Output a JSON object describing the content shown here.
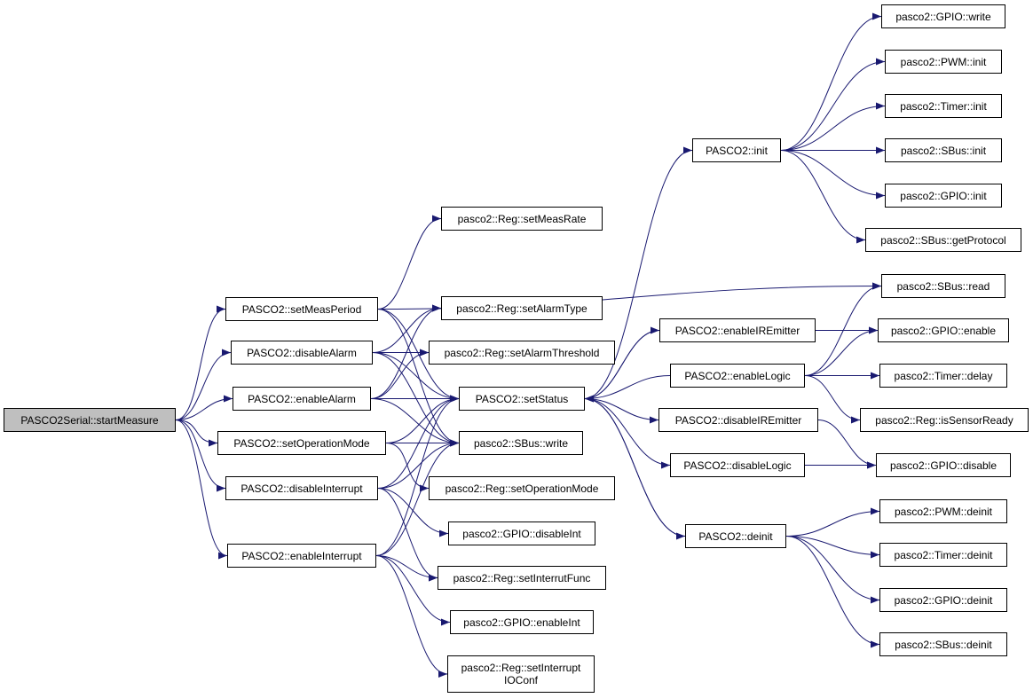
{
  "graph": {
    "colors": {
      "edge": "#191970",
      "border": "#000000",
      "root_fill": "#bfbfbf",
      "node_fill": "#ffffff"
    },
    "nodes": {
      "startMeasure": "PASCO2Serial::startMeasure",
      "setMeasPeriod": "PASCO2::setMeasPeriod",
      "disableAlarm": "PASCO2::disableAlarm",
      "enableAlarm": "PASCO2::enableAlarm",
      "setOperationMode": "PASCO2::setOperationMode",
      "disableInterrupt": "PASCO2::disableInterrupt",
      "enableInterrupt": "PASCO2::enableInterrupt",
      "regSetMeasRate": "pasco2::Reg::setMeasRate",
      "regSetAlarmType": "pasco2::Reg::setAlarmType",
      "regSetAlarmThreshold": "pasco2::Reg::setAlarmThreshold",
      "setStatus": "PASCO2::setStatus",
      "sbusWrite": "pasco2::SBus::write",
      "regSetOperationMode": "pasco2::Reg::setOperationMode",
      "gpioDisableInt": "pasco2::GPIO::disableInt",
      "regSetInterrutFunc": "pasco2::Reg::setInterrutFunc",
      "gpioEnableInt": "pasco2::GPIO::enableInt",
      "regSetInterruptIOConf": "pasco2::Reg::setInterrupt\nIOConf",
      "init": "PASCO2::init",
      "enableIREmitter": "PASCO2::enableIREmitter",
      "enableLogic": "PASCO2::enableLogic",
      "disableIREmitter": "PASCO2::disableIREmitter",
      "disableLogic": "PASCO2::disableLogic",
      "deinit": "PASCO2::deinit",
      "gpioWrite": "pasco2::GPIO::write",
      "pwmInit": "pasco2::PWM::init",
      "timerInit": "pasco2::Timer::init",
      "sbusInit": "pasco2::SBus::init",
      "gpioInit": "pasco2::GPIO::init",
      "sbusGetProtocol": "pasco2::SBus::getProtocol",
      "sbusRead": "pasco2::SBus::read",
      "gpioEnable": "pasco2::GPIO::enable",
      "timerDelay": "pasco2::Timer::delay",
      "regIsSensorReady": "pasco2::Reg::isSensorReady",
      "gpioDisable": "pasco2::GPIO::disable",
      "pwmDeinit": "pasco2::PWM::deinit",
      "timerDeinit": "pasco2::Timer::deinit",
      "gpioDeinit": "pasco2::GPIO::deinit",
      "sbusDeinit": "pasco2::SBus::deinit"
    },
    "edges": [
      [
        "startMeasure",
        "setMeasPeriod"
      ],
      [
        "startMeasure",
        "disableAlarm"
      ],
      [
        "startMeasure",
        "enableAlarm"
      ],
      [
        "startMeasure",
        "setOperationMode"
      ],
      [
        "startMeasure",
        "disableInterrupt"
      ],
      [
        "startMeasure",
        "enableInterrupt"
      ],
      [
        "setMeasPeriod",
        "regSetMeasRate"
      ],
      [
        "setMeasPeriod",
        "sbusRead"
      ],
      [
        "setMeasPeriod",
        "setStatus"
      ],
      [
        "setMeasPeriod",
        "sbusWrite"
      ],
      [
        "disableAlarm",
        "regSetAlarmType"
      ],
      [
        "disableAlarm",
        "regSetAlarmThreshold"
      ],
      [
        "disableAlarm",
        "setStatus"
      ],
      [
        "disableAlarm",
        "sbusWrite"
      ],
      [
        "enableAlarm",
        "regSetAlarmType"
      ],
      [
        "enableAlarm",
        "regSetAlarmThreshold"
      ],
      [
        "enableAlarm",
        "setStatus"
      ],
      [
        "enableAlarm",
        "sbusWrite"
      ],
      [
        "setOperationMode",
        "setStatus"
      ],
      [
        "setOperationMode",
        "sbusWrite"
      ],
      [
        "setOperationMode",
        "regSetOperationMode"
      ],
      [
        "disableInterrupt",
        "setStatus"
      ],
      [
        "disableInterrupt",
        "sbusWrite"
      ],
      [
        "disableInterrupt",
        "gpioDisableInt"
      ],
      [
        "disableInterrupt",
        "regSetInterrutFunc"
      ],
      [
        "enableInterrupt",
        "setStatus"
      ],
      [
        "enableInterrupt",
        "sbusWrite"
      ],
      [
        "enableInterrupt",
        "regSetInterrutFunc"
      ],
      [
        "enableInterrupt",
        "gpioEnableInt"
      ],
      [
        "enableInterrupt",
        "regSetInterruptIOConf"
      ],
      [
        "setStatus",
        "init"
      ],
      [
        "setStatus",
        "enableIREmitter"
      ],
      [
        "setStatus",
        "disableIREmitter"
      ],
      [
        "setStatus",
        "disableLogic"
      ],
      [
        "setStatus",
        "deinit"
      ],
      [
        "enableIREmitter",
        "setStatus"
      ],
      [
        "enableLogic",
        "setStatus"
      ],
      [
        "deinit",
        "setStatus"
      ],
      [
        "init",
        "gpioWrite"
      ],
      [
        "init",
        "pwmInit"
      ],
      [
        "init",
        "timerInit"
      ],
      [
        "init",
        "sbusInit"
      ],
      [
        "init",
        "gpioInit"
      ],
      [
        "init",
        "sbusGetProtocol"
      ],
      [
        "enableIREmitter",
        "gpioEnable"
      ],
      [
        "enableLogic",
        "sbusRead"
      ],
      [
        "enableLogic",
        "gpioEnable"
      ],
      [
        "enableLogic",
        "timerDelay"
      ],
      [
        "enableLogic",
        "regIsSensorReady"
      ],
      [
        "disableIREmitter",
        "gpioDisable"
      ],
      [
        "disableLogic",
        "gpioDisable"
      ],
      [
        "deinit",
        "pwmDeinit"
      ],
      [
        "deinit",
        "timerDeinit"
      ],
      [
        "deinit",
        "gpioDeinit"
      ],
      [
        "deinit",
        "sbusDeinit"
      ]
    ]
  }
}
